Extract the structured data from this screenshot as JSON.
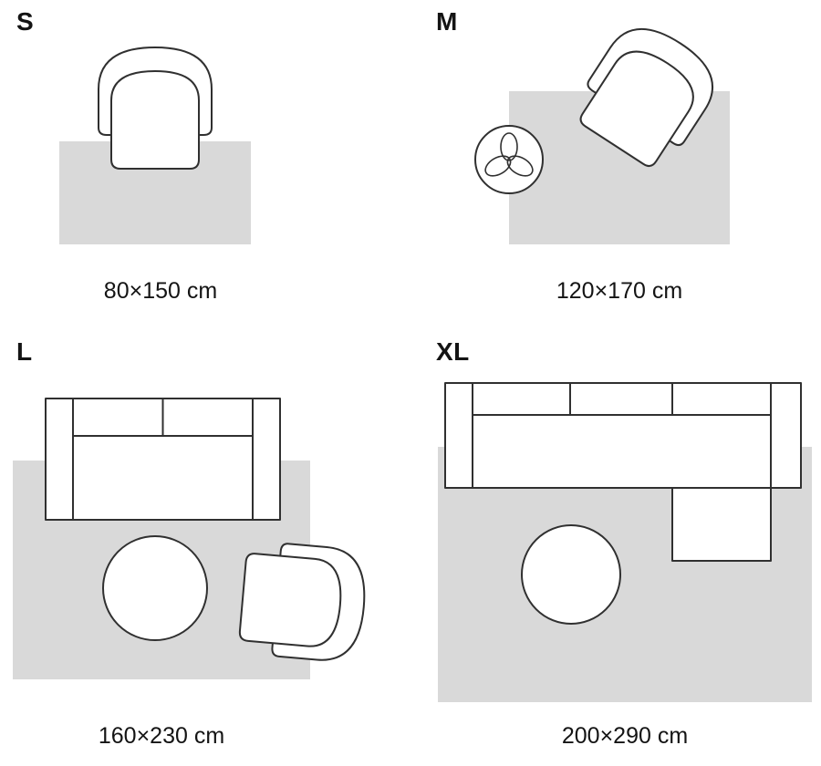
{
  "colors": {
    "rug_fill": "#d9d9d9",
    "line": "#303030",
    "text": "#141414",
    "background": "#ffffff"
  },
  "sizes": [
    {
      "label": "S",
      "dimensions": "80×150 cm"
    },
    {
      "label": "M",
      "dimensions": "120×170 cm"
    },
    {
      "label": "L",
      "dimensions": "160×230 cm"
    },
    {
      "label": "XL",
      "dimensions": "200×290 cm"
    }
  ]
}
